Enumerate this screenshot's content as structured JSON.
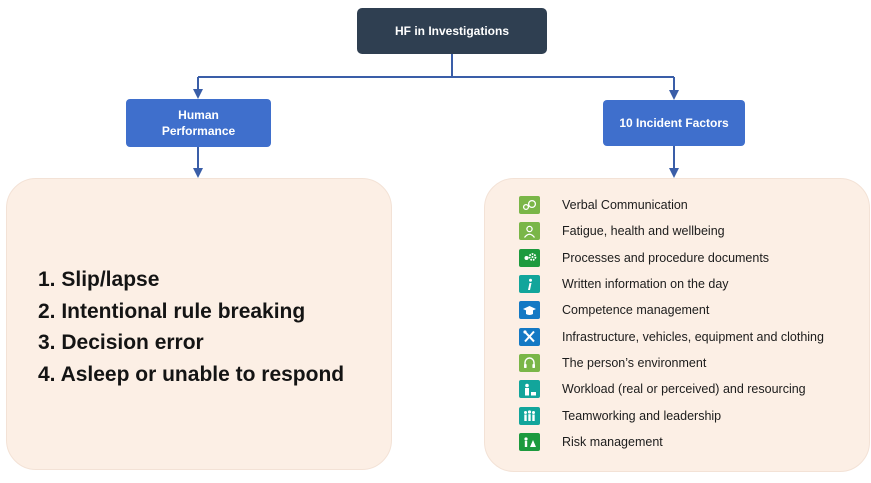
{
  "root": {
    "label": "HF in Investigations"
  },
  "branches": {
    "left": {
      "line1": "Human",
      "line2": "Performance"
    },
    "right": {
      "label": "10 Incident Factors"
    }
  },
  "human_performance": {
    "items": [
      "1. Slip/lapse",
      "2. Intentional rule breaking",
      "3. Decision error",
      "4. Asleep or unable to respond"
    ]
  },
  "incident_factors": {
    "items": [
      {
        "label": "Verbal Communication",
        "icon": "speech-bubbles-icon",
        "color": "#7ab648"
      },
      {
        "label": "Fatigue, health and wellbeing",
        "icon": "person-icon",
        "color": "#7ab648"
      },
      {
        "label": "Processes and procedure documents",
        "icon": "gears-icon",
        "color": "#1d9a3e"
      },
      {
        "label": "Written information on the day",
        "icon": "information-icon",
        "color": "#12a59b"
      },
      {
        "label": "Competence management",
        "icon": "graduation-cap-icon",
        "color": "#1479c4"
      },
      {
        "label": "Infrastructure, vehicles, equipment and clothing",
        "icon": "tools-icon",
        "color": "#1479c4"
      },
      {
        "label": "The person’s environment",
        "icon": "headphones-icon",
        "color": "#7ab648"
      },
      {
        "label": "Workload (real or perceived) and resourcing",
        "icon": "worker-icon",
        "color": "#12a59b"
      },
      {
        "label": "Teamworking and leadership",
        "icon": "team-icon",
        "color": "#12a59b"
      },
      {
        "label": "Risk management",
        "icon": "risk-icon",
        "color": "#1d9a3e"
      }
    ]
  },
  "colors": {
    "root_fill": "#2f3f51",
    "branch_fill": "#3f6fcc",
    "connector": "#3a5ea8",
    "panel_fill": "#fcefe5"
  }
}
